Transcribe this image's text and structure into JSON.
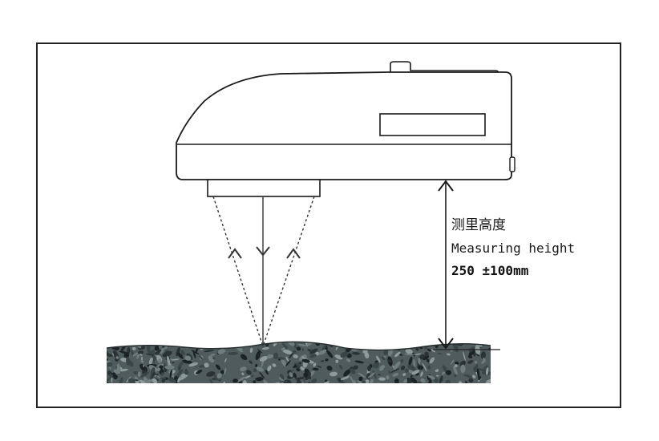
{
  "labels": {
    "measuring_height_cn": "测里高度",
    "measuring_height_en": "Measuring height",
    "measuring_range": "250 ±100mm"
  },
  "colors": {
    "frame": "#222222",
    "device_outline": "#1a1a1a",
    "device_fill": "#ffffff",
    "ground_base": "#4f5b5c",
    "ground_dark": "#1c2326",
    "ground_light": "#8d9c9a",
    "beam": "#333333"
  },
  "icons": {
    "beam_arrow_up": "arrowhead-up",
    "beam_arrow_down": "arrowhead-down"
  }
}
